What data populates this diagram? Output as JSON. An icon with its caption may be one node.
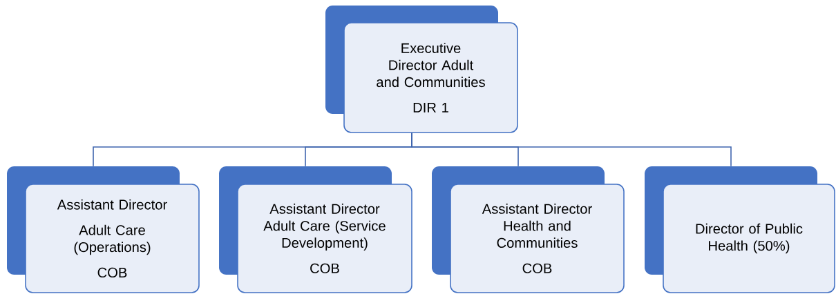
{
  "diagram": {
    "nodes": [
      {
        "text": [
          "Executive Director Adult and Communities",
          "DIR 1"
        ]
      },
      {
        "text": [
          "Assistant Director",
          "Adult Care (Operations)",
          "COB"
        ]
      },
      {
        "text": [
          "Assistant Director Adult Care (Service Development)",
          "COB"
        ]
      },
      {
        "text": [
          "Assistant Director Health and Communities",
          "COB"
        ]
      },
      {
        "text": [
          "Director of Public Health (50%)"
        ]
      }
    ],
    "edges": [
      {
        "from": 0,
        "to": 1,
        "arrow": "none"
      },
      {
        "from": 0,
        "to": 2,
        "arrow": "none"
      },
      {
        "from": 0,
        "to": 3,
        "arrow": "none"
      },
      {
        "from": 0,
        "to": 4,
        "arrow": "none"
      }
    ]
  }
}
